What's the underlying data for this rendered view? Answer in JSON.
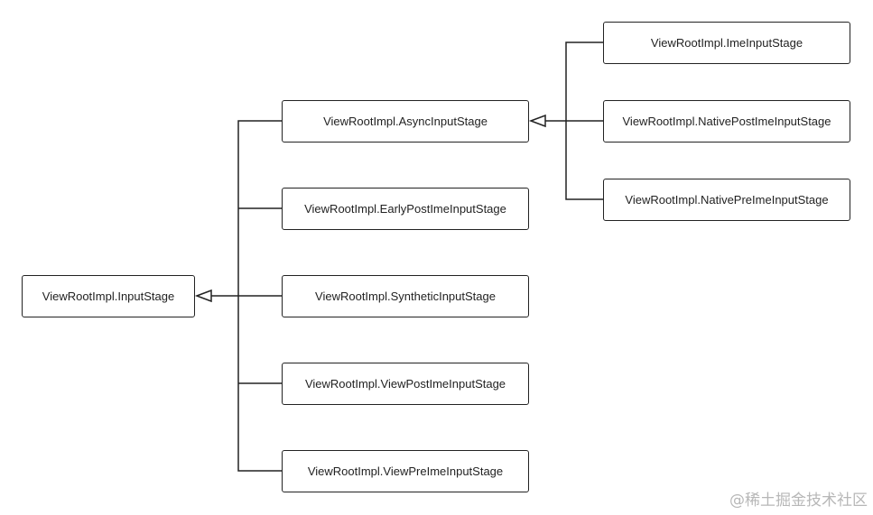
{
  "nodes": {
    "input_stage": "ViewRootImpl.InputStage",
    "async_input_stage": "ViewRootImpl.AsyncInputStage",
    "early_post_ime": "ViewRootImpl.EarlyPostImeInputStage",
    "synthetic": "ViewRootImpl.SyntheticInputStage",
    "view_post_ime": "ViewRootImpl.ViewPostImeInputStage",
    "view_pre_ime": "ViewRootImpl.ViewPreImeInputStage",
    "ime": "ViewRootImpl.ImeInputStage",
    "native_post_ime": "ViewRootImpl.NativePostImeInputStage",
    "native_pre_ime": "ViewRootImpl.NativePreImeInputStage"
  },
  "watermark": "@稀土掘金技术社区"
}
